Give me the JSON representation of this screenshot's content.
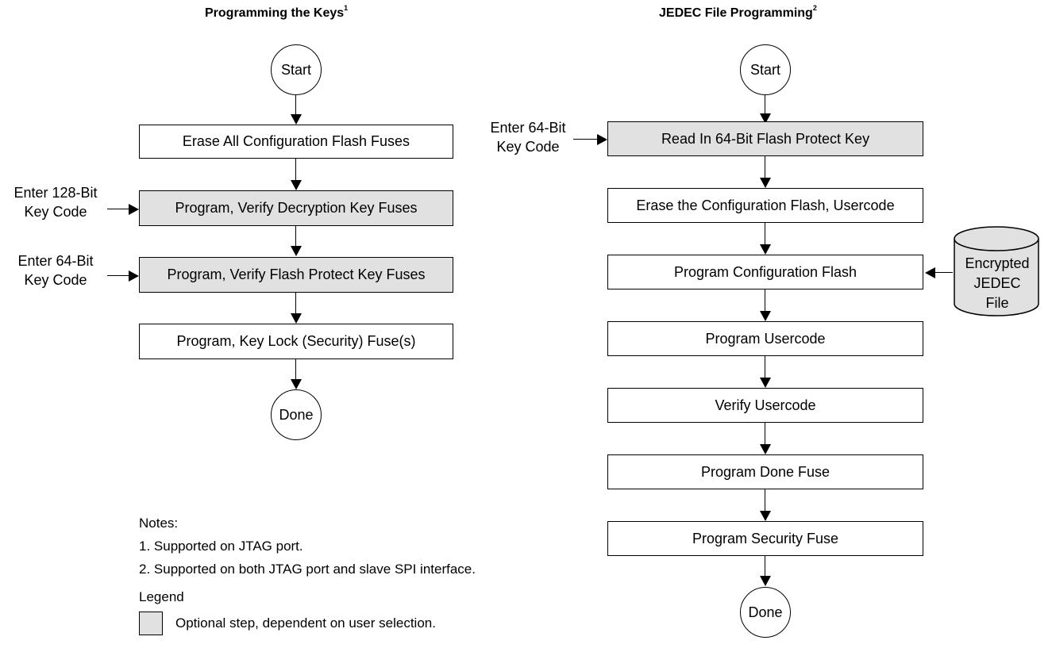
{
  "left": {
    "title": "Programming the Keys",
    "title_sup": "1",
    "start": "Start",
    "steps": [
      "Erase All Configuration Flash Fuses",
      "Program, Verify Decryption Key Fuses",
      "Program, Verify Flash Protect Key Fuses",
      "Program, Key Lock (Security) Fuse(s)"
    ],
    "inputs": [
      [
        "Enter 128-Bit",
        "Key Code"
      ],
      [
        "Enter 64-Bit",
        "Key Code"
      ]
    ],
    "done": "Done"
  },
  "right": {
    "title": "JEDEC File Programming",
    "title_sup": "2",
    "start": "Start",
    "steps": [
      "Read In 64-Bit Flash Protect Key",
      "Erase the Configuration Flash, Usercode",
      "Program Configuration Flash",
      "Program Usercode",
      "Verify Usercode",
      "Program Done Fuse",
      "Program Security Fuse"
    ],
    "input": [
      "Enter 64-Bit",
      "Key Code"
    ],
    "file": [
      "Encrypted",
      "JEDEC",
      "File"
    ],
    "done": "Done"
  },
  "notes": {
    "heading": "Notes:",
    "items": [
      "1. Supported on JTAG port.",
      "2. Supported on both JTAG port and slave SPI interface."
    ]
  },
  "legend": {
    "heading": "Legend",
    "optional": "Optional step, dependent on user selection."
  },
  "colors": {
    "optional_fill": "#e1e1e1",
    "stroke": "#000000"
  }
}
